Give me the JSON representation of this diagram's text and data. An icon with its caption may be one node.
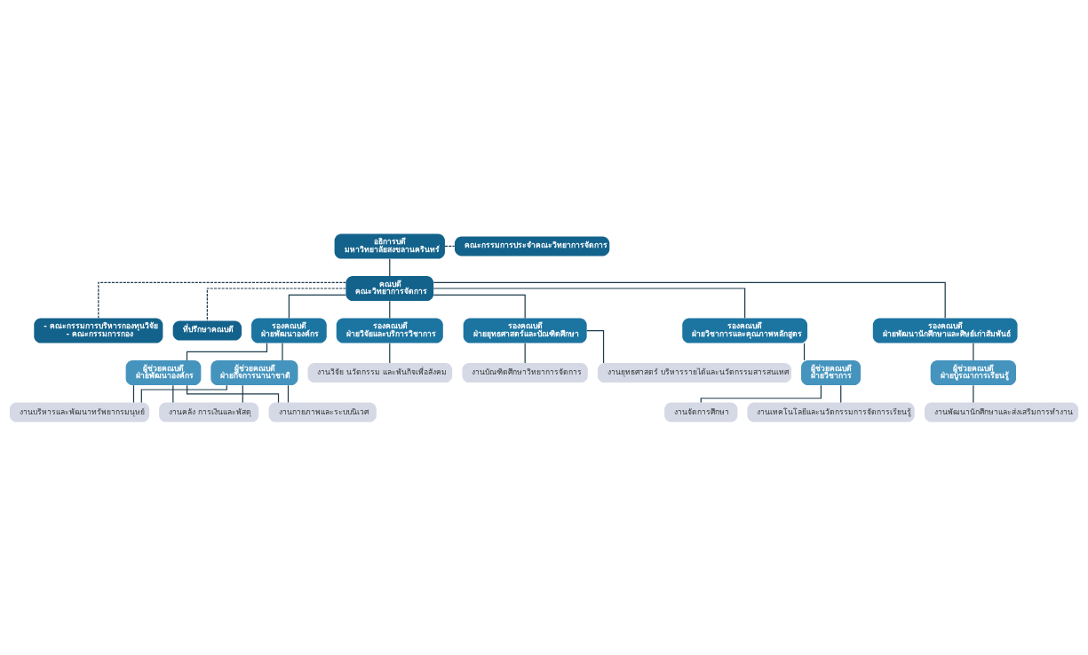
{
  "diagram": {
    "nodes": [
      {
        "text": [
          "อธิการบดี",
          "มหาวิทยาลัยสงขลานครินทร์"
        ]
      },
      {
        "text": [
          "คณะกรรมการประจำคณะวิทยาการจัดการ"
        ]
      },
      {
        "text": [
          "คณบดี",
          "คณะวิทยาการจัดการ"
        ]
      },
      {
        "text": [
          "- คณะกรรมการบริหารกองทุนวิจัย",
          "- คณะกรรมการกอง"
        ]
      },
      {
        "text": [
          "ที่ปรึกษาคณบดี"
        ]
      },
      {
        "text": [
          "รองคณบดี",
          "ฝ่ายพัฒนาองค์กร"
        ]
      },
      {
        "text": [
          "รองคณบดี",
          "ฝ่ายวิจัยและบริการวิชาการ"
        ]
      },
      {
        "text": [
          "รองคณบดี",
          "ฝ่ายยุทธศาสตร์และบัณฑิตศึกษา"
        ]
      },
      {
        "text": [
          "รองคณบดี",
          "ฝ่ายวิชาการและคุณภาพหลักสูตร"
        ]
      },
      {
        "text": [
          "รองคณบดี",
          "ฝ่ายพัฒนานักศึกษาและศิษย์เก่าสัมพันธ์"
        ]
      },
      {
        "text": [
          "ผู้ช่วยคณบดี",
          "ฝ่ายพัฒนาองค์กร"
        ]
      },
      {
        "text": [
          "ผู้ช่วยคณบดี",
          "ฝ่ายกิจการนานาชาติ"
        ]
      },
      {
        "text": [
          "งานบริหารและพัฒนาทรัพยากรมนุษย์"
        ]
      },
      {
        "text": [
          "งานคลัง การเงินและพัสดุ"
        ]
      },
      {
        "text": [
          "งานกายภาพและระบบนิเวศ"
        ]
      },
      {
        "text": [
          "งานวิจัย นวัตกรรม และพันกิจเพื่อสังคม"
        ]
      },
      {
        "text": [
          "งานยุทธศาสตร์ บริหารรายได้และนวัตกรรมสารสนเทศ"
        ]
      },
      {
        "text": [
          "งานบัณฑิตศึกษาวิทยาการจัดการ"
        ]
      },
      {
        "text": [
          "ผู้ช่วยคณบดี",
          "ฝ่ายวิชาการ"
        ]
      },
      {
        "text": [
          "งานจัดการศึกษา"
        ]
      },
      {
        "text": [
          "งานเทคโนโลยีและนวัตกรรมการจัดการเรียนรู้"
        ]
      },
      {
        "text": [
          "ผู้ช่วยคณบดี",
          "ฝ่ายบูรณาการเรียนรู้"
        ]
      },
      {
        "text": [
          "งานพัฒนานักศึกษาและส่งเสริมการทำงาน"
        ]
      }
    ],
    "edges": [
      {
        "from": 0,
        "to": 2,
        "arrow": "none"
      },
      {
        "from": 0,
        "to": 1,
        "arrow": "none",
        "style": "dashed"
      },
      {
        "from": 2,
        "to": 3,
        "arrow": "none",
        "style": "dashed"
      },
      {
        "from": 2,
        "to": 4,
        "arrow": "none",
        "style": "dashed"
      },
      {
        "from": 2,
        "to": 5,
        "arrow": "none"
      },
      {
        "from": 2,
        "to": 6,
        "arrow": "none"
      },
      {
        "from": 2,
        "to": 7,
        "arrow": "none"
      },
      {
        "from": 2,
        "to": 8,
        "arrow": "none"
      },
      {
        "from": 2,
        "to": 9,
        "arrow": "none"
      },
      {
        "from": 5,
        "to": 10,
        "arrow": "none"
      },
      {
        "from": 5,
        "to": 11,
        "arrow": "none"
      },
      {
        "from": 10,
        "to": 12,
        "arrow": "none"
      },
      {
        "from": 10,
        "to": 13,
        "arrow": "none"
      },
      {
        "from": 10,
        "to": 14,
        "arrow": "none"
      },
      {
        "from": 11,
        "to": 12,
        "arrow": "none"
      },
      {
        "from": 11,
        "to": 13,
        "arrow": "none"
      },
      {
        "from": 11,
        "to": 14,
        "arrow": "none"
      },
      {
        "from": 6,
        "to": 15,
        "arrow": "none"
      },
      {
        "from": 7,
        "to": 16,
        "arrow": "none"
      },
      {
        "from": 7,
        "to": 17,
        "arrow": "none"
      },
      {
        "from": 8,
        "to": 18,
        "arrow": "none"
      },
      {
        "from": 18,
        "to": 19,
        "arrow": "none"
      },
      {
        "from": 18,
        "to": 20,
        "arrow": "none"
      },
      {
        "from": 9,
        "to": 21,
        "arrow": "none"
      },
      {
        "from": 21,
        "to": 22,
        "arrow": "none"
      }
    ]
  }
}
